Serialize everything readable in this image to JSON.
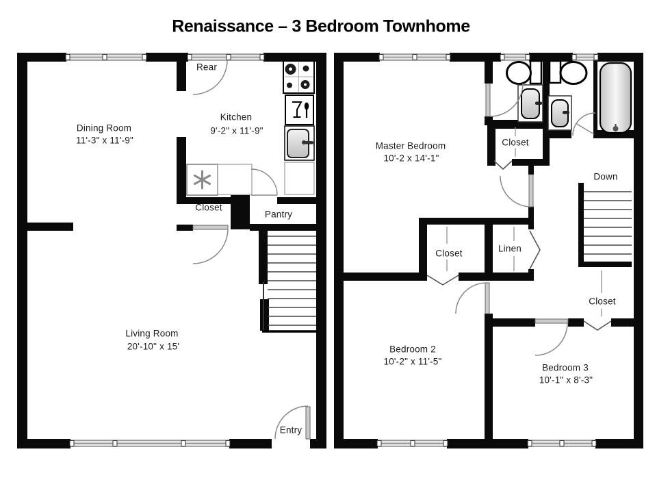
{
  "title": "Renaissance – 3 Bedroom Townhome",
  "floor1": {
    "dining_room": {
      "name": "Dining Room",
      "dims": "11'-3\" x 11'-9\""
    },
    "kitchen": {
      "name": "Kitchen",
      "dims": "9'-2\" x 11'-9\""
    },
    "living_room": {
      "name": "Living Room",
      "dims": "20'-10\" x 15'"
    },
    "closet_label": "Closet",
    "pantry_label": "Pantry",
    "rear_label": "Rear",
    "entry_label": "Entry"
  },
  "floor2": {
    "master_bedroom": {
      "name": "Master Bedroom",
      "dims": "10'-2 x 14'-1\""
    },
    "bedroom2": {
      "name": "Bedroom 2",
      "dims": "10'-2\" x 11'-5\""
    },
    "bedroom3": {
      "name": "Bedroom 3",
      "dims": "10'-1\" x 8'-3\""
    },
    "master_closet_label": "Closet",
    "hall_closet_label": "Closet",
    "bedroom3_closet_label": "Closet",
    "linen_label": "Linen",
    "down_label": "Down"
  },
  "colors": {
    "wall": "#0a0a0a",
    "window_fill": "#e4e4e4",
    "door_arc": "#8a8a8a"
  }
}
